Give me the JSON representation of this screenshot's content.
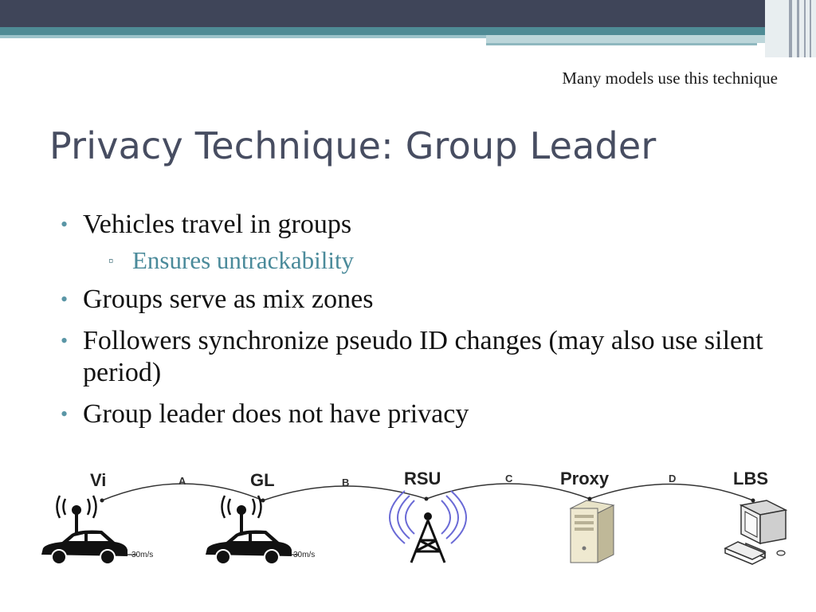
{
  "corner_note": "Many models use this technique",
  "title": "Privacy Technique: Group Leader",
  "bullets": [
    {
      "text": "Vehicles travel in groups",
      "sub": "Ensures untrackability"
    },
    {
      "text": "Groups serve as mix zones"
    },
    {
      "text": "Followers synchronize pseudo ID changes (may also use silent period)"
    },
    {
      "text": "Group leader does not have privacy"
    }
  ],
  "diagram": {
    "nodes": [
      "Vi",
      "GL",
      "RSU",
      "Proxy",
      "LBS"
    ],
    "edges": [
      "A",
      "B",
      "C",
      "D"
    ],
    "speeds": [
      "30m/s",
      "30m/s"
    ]
  },
  "colors": {
    "banner_dark": "#3f4559",
    "banner_teal": "#4f8b95",
    "title": "#474d61",
    "bullet": "#5a96a6",
    "sub_bullet": "#4a8a9a"
  }
}
